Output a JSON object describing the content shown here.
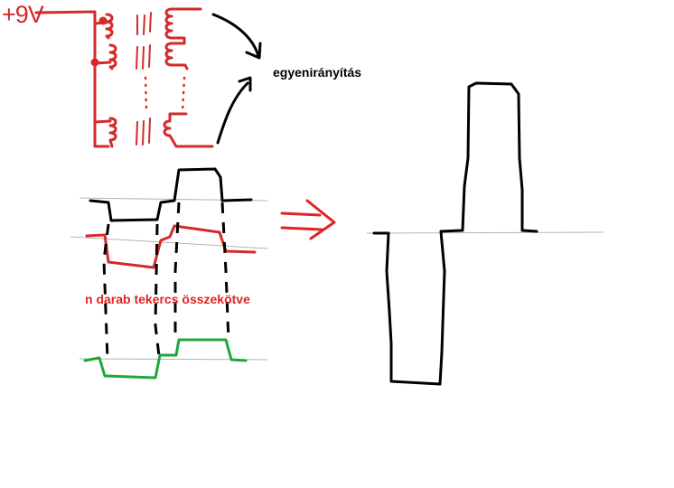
{
  "labels": {
    "supply_voltage": "+9V",
    "rectification": "egyenirányítás",
    "coils_connected": "n darab tekercs összekötve"
  },
  "colors": {
    "ink_red": "#d42a2a",
    "ink_black": "#000000",
    "ink_green": "#1fa83a",
    "reference_line": "#b4b4b4"
  },
  "icons": {
    "transformer_symbol": "coil-pair",
    "arrow_right": "red-double-arrow",
    "curved_arrows": "black-curved-arrow"
  }
}
